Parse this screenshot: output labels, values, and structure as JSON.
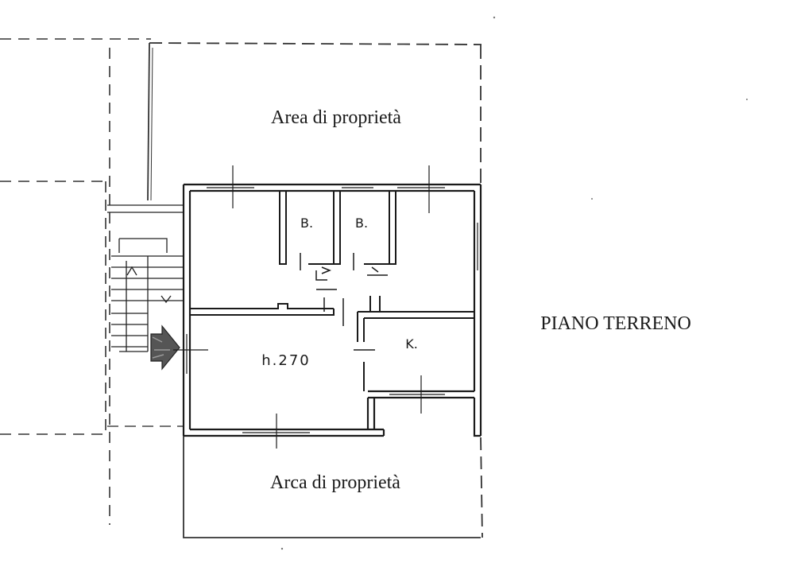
{
  "diagram": {
    "title": "PIANO TERRENO",
    "areas": {
      "top_area_label": "Area di proprietà",
      "bottom_area_label": "Arca di proprietà"
    },
    "rooms": {
      "bath_1": "B.",
      "bath_2": "B.",
      "kitchen": "K.",
      "ceiling_height": "h.270"
    },
    "icons": {
      "entrance": "entrance-arrow-icon"
    }
  }
}
